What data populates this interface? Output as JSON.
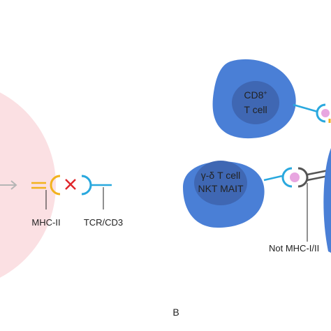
{
  "labels": {
    "cd8_line1": "CD8",
    "cd8_sup": "+",
    "cd8_line2": "T cell",
    "gd_line1": "γ-δ T cell",
    "gd_line2": "NKT MAIT",
    "mhc_ii": "MHC-II",
    "tcr_cd3": "TCR/CD3",
    "not_mhc": "Not MHC-I/II",
    "panel_b": "B"
  },
  "colors": {
    "apc_fill": "#fbe0e3",
    "cell_outer": "#4a7fd6",
    "cell_inner": "#3f67b3",
    "tcr": "#29a8de",
    "mhc": "#f2b21d",
    "antigen": "#e8a6e0",
    "blocked_x": "#e0262b",
    "arrow": "#b5b5b5",
    "nonclassical": "#555555"
  },
  "icons": [
    "arrow-icon",
    "blocked-x-icon"
  ]
}
